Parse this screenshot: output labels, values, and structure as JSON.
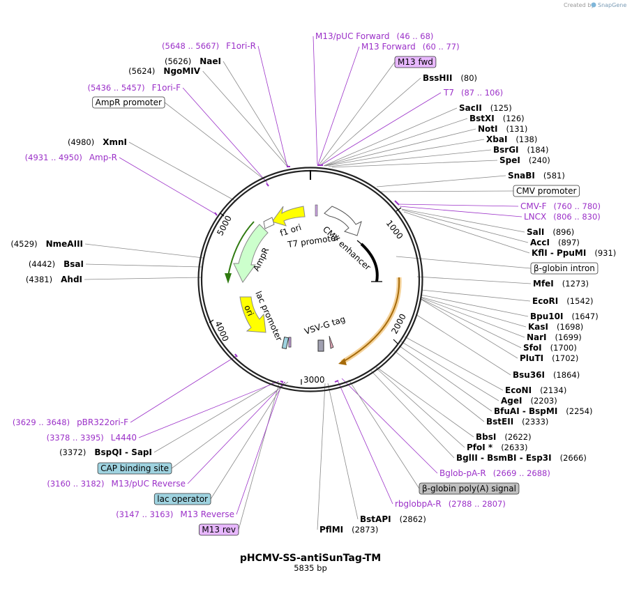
{
  "credit": {
    "prefix": "Created by",
    "brand": "SnapGene"
  },
  "plasmid": {
    "name": "pHCMV-SS-antiSunTag-TM",
    "length_label": "5835 bp",
    "length": 5835
  },
  "ticks": [
    "1000",
    "2000",
    "3000",
    "4000",
    "5000"
  ],
  "colors": {
    "primer": "#9b30c8",
    "enzyme": "#000000",
    "line": "#888888",
    "promoter_fill": "#ffffff",
    "ori_fill": "#ffff00",
    "ampr_fill": "#ccffcc",
    "green_arrow": "#2f7a0f",
    "orange_arc": "#e8a23a",
    "tag_fill": "#a0a0b0",
    "feature_blue": "#9fd3e0",
    "primer_box": "#e8b8ff"
  },
  "labels": [
    {
      "kind": "primer",
      "pos": "(46 .. 68)",
      "name": "M13/pUC Forward"
    },
    {
      "kind": "primer",
      "pos": "(60 .. 77)",
      "name": "M13 Forward"
    },
    {
      "kind": "box",
      "name": "M13 fwd",
      "box": "purple"
    },
    {
      "kind": "enzyme",
      "name": "BssHII",
      "pos": "(80)"
    },
    {
      "kind": "primer",
      "name": "T7",
      "pos": "(87 .. 106)"
    },
    {
      "kind": "enzyme",
      "name": "SacII",
      "pos": "(125)"
    },
    {
      "kind": "enzyme",
      "name": "BstXI",
      "pos": "(126)"
    },
    {
      "kind": "enzyme",
      "name": "NotI",
      "pos": "(131)"
    },
    {
      "kind": "enzyme",
      "name": "XbaI",
      "pos": "(138)"
    },
    {
      "kind": "enzyme",
      "name": "BsrGI",
      "pos": "(184)"
    },
    {
      "kind": "enzyme",
      "name": "SpeI",
      "pos": "(240)"
    },
    {
      "kind": "enzyme",
      "name": "SnaBI",
      "pos": "(581)"
    },
    {
      "kind": "box",
      "name": "CMV promoter",
      "box": "white"
    },
    {
      "kind": "primer",
      "name": "CMV-F",
      "pos": "(760 .. 780)"
    },
    {
      "kind": "primer",
      "name": "LNCX",
      "pos": "(806 .. 830)"
    },
    {
      "kind": "enzyme",
      "name": "SalI",
      "pos": "(896)"
    },
    {
      "kind": "enzyme",
      "name": "AccI",
      "pos": "(897)"
    },
    {
      "kind": "enzyme",
      "name": "KflI - PpuMI",
      "pos": "(931)"
    },
    {
      "kind": "box",
      "name": "β-globin intron",
      "box": "white"
    },
    {
      "kind": "enzyme",
      "name": "MfeI",
      "pos": "(1273)"
    },
    {
      "kind": "enzyme",
      "name": "EcoRI",
      "pos": "(1542)"
    },
    {
      "kind": "enzyme",
      "name": "Bpu10I",
      "pos": "(1647)"
    },
    {
      "kind": "enzyme",
      "name": "KasI",
      "pos": "(1698)"
    },
    {
      "kind": "enzyme",
      "name": "NarI",
      "pos": "(1699)"
    },
    {
      "kind": "enzyme",
      "name": "SfoI",
      "pos": "(1700)"
    },
    {
      "kind": "enzyme",
      "name": "PluTI",
      "pos": "(1702)"
    },
    {
      "kind": "enzyme",
      "name": "Bsu36I",
      "pos": "(1864)"
    },
    {
      "kind": "enzyme",
      "name": "EcoNI",
      "pos": "(2134)"
    },
    {
      "kind": "enzyme",
      "name": "AgeI",
      "pos": "(2203)"
    },
    {
      "kind": "enzyme",
      "name": "BfuAI - BspMI",
      "pos": "(2254)"
    },
    {
      "kind": "enzyme",
      "name": "BstEII",
      "pos": "(2333)"
    },
    {
      "kind": "enzyme",
      "name": "BbsI",
      "pos": "(2622)"
    },
    {
      "kind": "enzyme",
      "name": "PfoI *",
      "pos": "(2633)"
    },
    {
      "kind": "enzyme",
      "name": "BglII - BsmBI - Esp3I",
      "pos": "(2666)"
    },
    {
      "kind": "primer",
      "name": "Bglob-pA-R",
      "pos": "(2669 .. 2688)"
    },
    {
      "kind": "box",
      "name": "β-globin poly(A) signal",
      "box": "gray"
    },
    {
      "kind": "primer",
      "name": "rbglobpA-R",
      "pos": "(2788 .. 2807)"
    },
    {
      "kind": "enzyme",
      "name": "BstAPI",
      "pos": "(2862)"
    },
    {
      "kind": "enzyme",
      "name": "PflMI",
      "pos": "(2873)"
    },
    {
      "kind": "box",
      "name": "M13 rev",
      "box": "purple"
    },
    {
      "kind": "primer",
      "pos": "(3147 .. 3163)",
      "name": "M13 Reverse"
    },
    {
      "kind": "box",
      "name": "lac operator",
      "box": "blue"
    },
    {
      "kind": "primer",
      "pos": "(3160 .. 3182)",
      "name": "M13/pUC Reverse"
    },
    {
      "kind": "box",
      "name": "CAP binding site",
      "box": "blue"
    },
    {
      "kind": "enzyme",
      "pos": "(3372)",
      "name": "BspQI - SapI"
    },
    {
      "kind": "primer",
      "pos": "(3378 .. 3395)",
      "name": "L4440"
    },
    {
      "kind": "primer",
      "pos": "(3629 .. 3648)",
      "name": "pBR322ori-F"
    },
    {
      "kind": "enzyme",
      "pos": "(4381)",
      "name": "AhdI"
    },
    {
      "kind": "enzyme",
      "pos": "(4442)",
      "name": "BsaI"
    },
    {
      "kind": "enzyme",
      "pos": "(4529)",
      "name": "NmeAIII"
    },
    {
      "kind": "primer",
      "pos": "(4931 .. 4950)",
      "name": "Amp-R"
    },
    {
      "kind": "enzyme",
      "pos": "(4980)",
      "name": "XmnI"
    },
    {
      "kind": "box",
      "name": "AmpR promoter",
      "box": "white"
    },
    {
      "kind": "primer",
      "pos": "(5436 .. 5457)",
      "name": "F1ori-F"
    },
    {
      "kind": "enzyme",
      "pos": "(5624)",
      "name": "NgoMIV"
    },
    {
      "kind": "enzyme",
      "pos": "(5626)",
      "name": "NaeI"
    },
    {
      "kind": "primer",
      "pos": "(5648 .. 5667)",
      "name": "F1ori-R"
    }
  ],
  "features": [
    "f1 ori",
    "T7 promoter",
    "CMV enhancer",
    "AmpR",
    "lac promoter",
    "ori",
    "VSV-G tag"
  ]
}
